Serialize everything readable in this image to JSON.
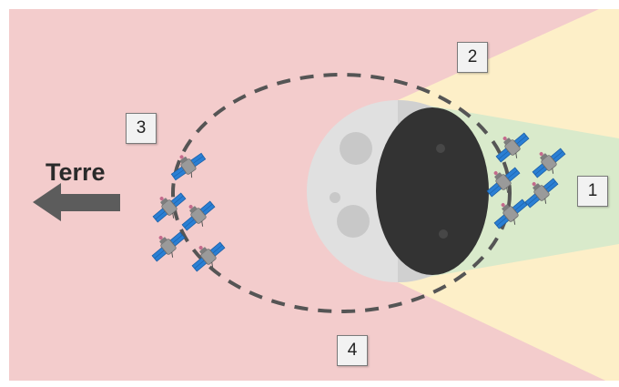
{
  "labels": {
    "earth": "Terre",
    "region_1": "1",
    "region_2": "2",
    "region_3": "3",
    "region_4": "4"
  },
  "colors": {
    "sunlit_region": "#f3cccc",
    "penumbra": "#fdefc8",
    "umbra": "#d9eacb",
    "moon_lit": "#e0e0e0",
    "moon_dark": "#333333",
    "orbit": "#555555",
    "arrow": "#5c5c5c",
    "satellite_panel": "#2a7fd4",
    "satellite_body": "#9a9a9a"
  },
  "icons": {
    "earth_direction": "arrow-left-icon",
    "satellite": "satellite-icon",
    "moon": "moon-icon"
  }
}
